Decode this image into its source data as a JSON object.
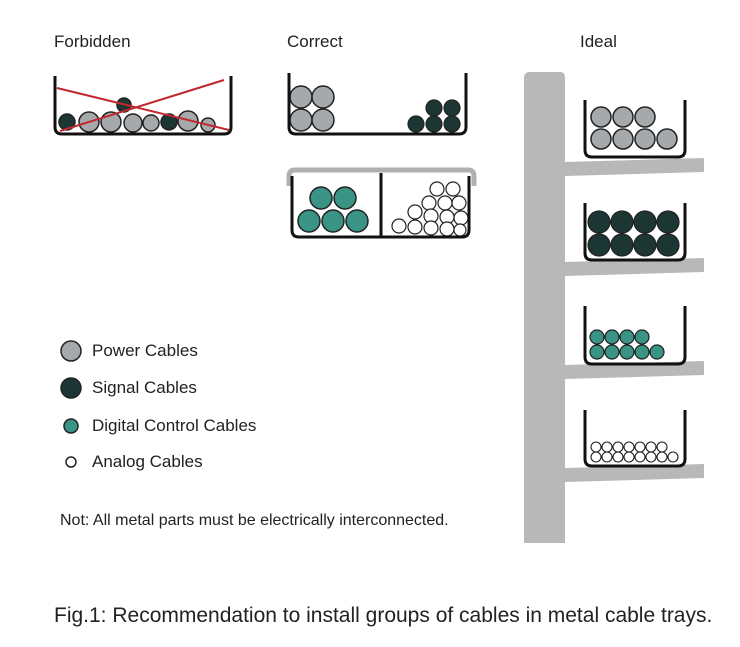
{
  "headings": {
    "forbidden": "Forbidden",
    "correct": "Correct",
    "ideal": "Ideal"
  },
  "legend": [
    {
      "label": "Power Cables",
      "color": "#a6a9ab"
    },
    {
      "label": "Signal Cables",
      "color": "#1b3633"
    },
    {
      "label": "Digital Control Cables",
      "color": "#3a9485"
    },
    {
      "label": "Analog Cables",
      "color": "#ffffff"
    }
  ],
  "note": "Not:  All metal parts must be electrically interconnected.",
  "caption": "Fig.1: Recommendation to install groups of cables in metal cable trays.",
  "colors": {
    "power": "#a6a9ab",
    "signal": "#1b3633",
    "digital": "#3a9485",
    "analog": "#ffffff",
    "tray": "#111111",
    "rack": "#b8b8b8",
    "cross": "#c0282d"
  }
}
